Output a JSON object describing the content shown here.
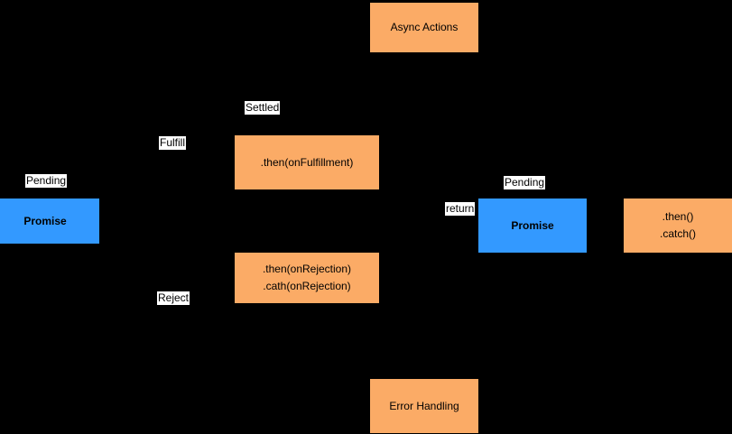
{
  "colors": {
    "background": "#000000",
    "node_orange": "#FBAB66",
    "node_blue": "#3399FF",
    "edge_label_bg": "#FFFFFF",
    "text": "#000000"
  },
  "nodes": {
    "async_actions": {
      "label": "Async Actions"
    },
    "promise_left": {
      "label": "Promise"
    },
    "then_fulfillment": {
      "label": ".then(onFulfillment)"
    },
    "then_rejection": {
      "lines": [
        ".then(onRejection)",
        ".cath(onRejection)"
      ]
    },
    "promise_right": {
      "label": "Promise"
    },
    "then_catch": {
      "lines": [
        ".then()",
        ".catch()"
      ]
    },
    "error_handling": {
      "label": "Error Handling"
    }
  },
  "edge_labels": {
    "pending_left": "Pending",
    "fulfill": "Fulfill",
    "settled": "Settled",
    "reject": "Reject",
    "return_label": "return",
    "pending_right": "Pending"
  }
}
